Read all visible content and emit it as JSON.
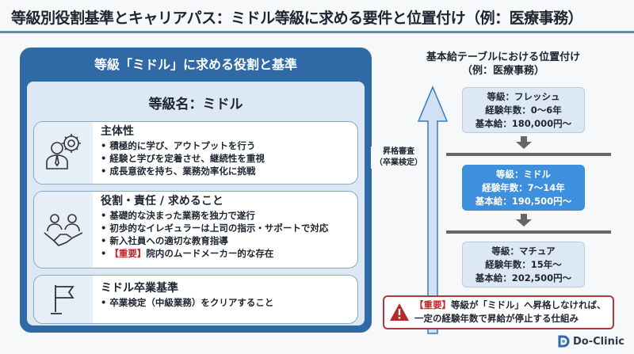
{
  "title": "等級別役割基準とキャリアパス：ミドル等級に求める要件と位置付け（例：医療事務）",
  "left_panel": {
    "header": "等級「ミドル」に求める役割と基準",
    "grade_name": "等級名：ミドル",
    "cards": [
      {
        "heading": "主体性",
        "items": [
          "積極的に学び、アウトプットを行う",
          "経験と学びを定着させ、継続性を重視",
          "成長意欲を持ち、業務効率化に挑戦"
        ]
      },
      {
        "heading": "役割・責任 / 求めること",
        "items": [
          "基礎的な決まった業務を独力で遂行",
          "初歩的なイレギュラーは上司の指示・サポートで対応",
          "新入社員への適切な教育指導"
        ],
        "important_tag": "【重要】",
        "important_text": "院内のムードメーカー的な存在"
      },
      {
        "heading": "ミドル卒業基準",
        "items": [
          "卒業検定（中級業務）をクリアすること"
        ]
      }
    ]
  },
  "right_panel": {
    "title_line1": "基本給テーブルにおける位置付け",
    "title_line2": "（例：医療事務）",
    "arrow_label_1": "昇格審査",
    "arrow_label_2": "（卒業検定）",
    "grades": [
      {
        "grade": "等級：フレッシュ",
        "years": "経験年数：0〜6年",
        "salary": "基本給：180,000円〜"
      },
      {
        "grade": "等級：ミドル",
        "years": "経験年数：7〜14年",
        "salary": "基本給：190,500円〜"
      },
      {
        "grade": "等級：マチュア",
        "years": "経験年数：15年〜",
        "salary": "基本給：202,500円〜"
      }
    ],
    "warning": {
      "tag": "【重要】",
      "line1": "等級が「ミドル」へ昇格しなければ、",
      "line2": "一定の経験年数で昇給が停止する仕組み"
    }
  },
  "logo": "Do-Clinic",
  "colors": {
    "primary": "#2f6aa6",
    "highlight": "#3e8fdc",
    "warning": "#c0262d"
  }
}
